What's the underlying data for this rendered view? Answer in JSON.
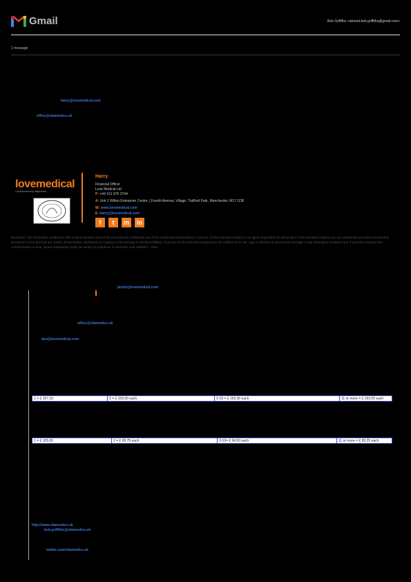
{
  "header": {
    "app_name": "Gmail",
    "user": "Bob Griffiths <ahmed.bob.griffiths@gmail.com>"
  },
  "thread": {
    "message_count": "1 message"
  },
  "links": {
    "harry_email": "harry@lovemedical.com",
    "office_email": "office@vitamedics.uk",
    "jackie_email": "jackie@lovemedical.com",
    "office_email_2": "office@vitamedics.uk",
    "lara_email": "lara@lovemedical.com",
    "website": "http://www.vitamedics.uk",
    "bob_email": "bob.griffiths@vitamedics.uk",
    "twitter": "twitter.com/vitamedics.uk"
  },
  "signature": {
    "logo_text": "lovemedical",
    "logo_tagline": "Cardiopulmonary diagnostics",
    "name": "Harry",
    "title": "Financial Officer",
    "company": "Love Medical Ltd",
    "phone_label": "P:",
    "phone": "+44 161 975 2744",
    "address_label": "A:",
    "address": "Unit 1 Wilton Enterprise Centre, | Fourth Avenue, Village, Trafford Park, Manchester, M17 1DB",
    "web_label": "W:",
    "web": "www.lovemedical.com",
    "email_label": "E:",
    "email": "harry@lovemedical.com",
    "social": [
      "f",
      "t",
      "in",
      "in"
    ]
  },
  "disclaimer": "Disclaimer: The information contained in this email is intended only for the personal and confidential use of the recipient(s) named above. If you are not the intended recipient or an agent responsible for delivering it to the intended recipient, you are notified that you have received this document in error and that any review, dissemination, distribution or copying of this message is strictly prohibited. If you are not the intended recipient you are notified not to use, copy or disclose to anyone this message or any information contained in it. If you have received this communication in error, please immediately notify the sender by telephone or electronic mail. 0805001 - 2015",
  "price_table_1": [
    "1 = £ 167.10",
    "2 = £ 163.00 each",
    "3-10 = £ 163.00 each",
    "11 or more = £ 163.00 each"
  ],
  "price_table_2": [
    "1 = £ 105.00",
    "2 = £ 99.75 each",
    "3-10= £ 94.50 each",
    "11 or more = £ 89.25 each"
  ],
  "colors": {
    "brand_orange": "#f07c1f",
    "link_blue": "#3b7bd6",
    "table_border": "#3b47c7"
  }
}
